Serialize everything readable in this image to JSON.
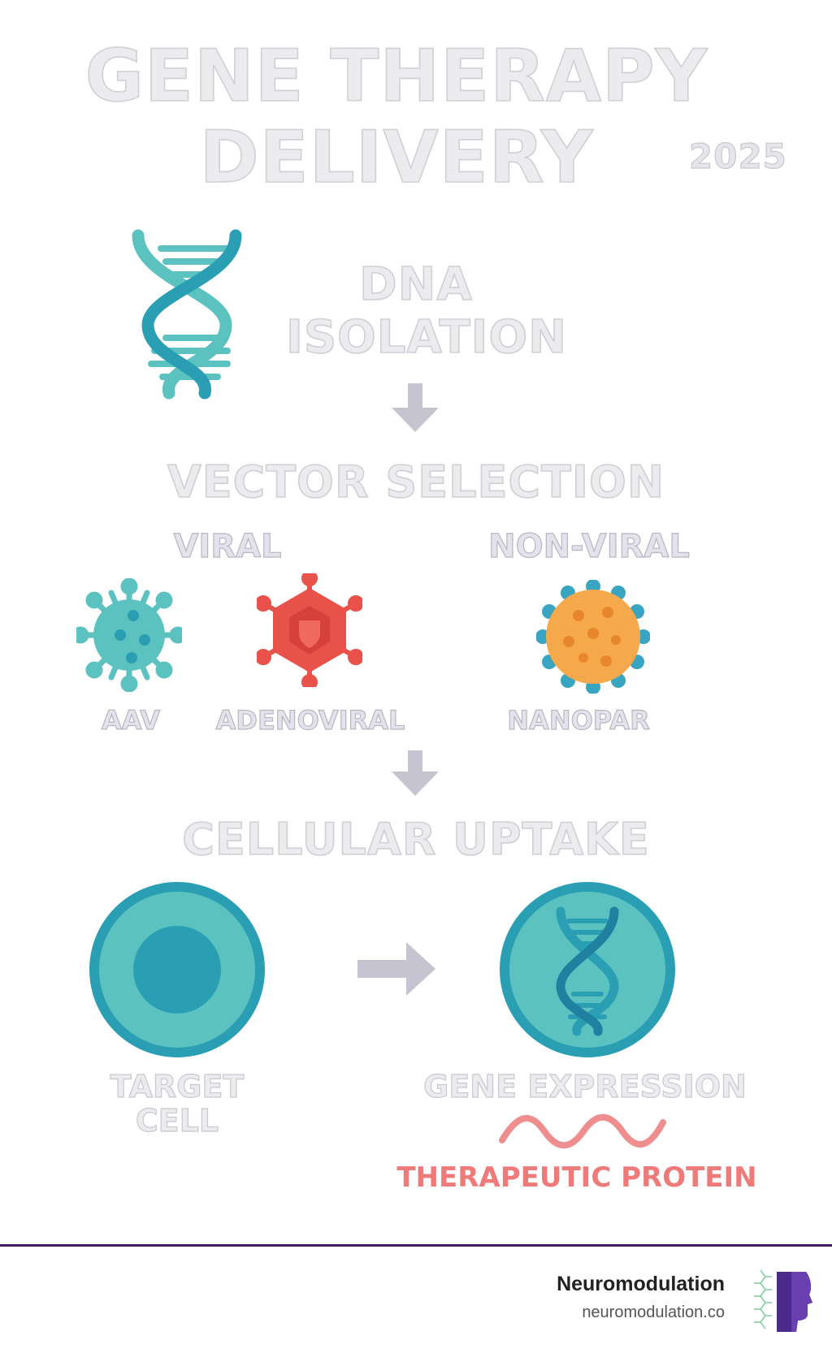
{
  "title": {
    "line1": "GENE THERAPY",
    "line2": "DELIVERY",
    "year": "2025"
  },
  "steps": {
    "isolation": {
      "line1": "DNA",
      "line2": "ISOLATION"
    },
    "vector": {
      "heading": "VECTOR SELECTION",
      "viral_label": "VIRAL",
      "nonviral_label": "NON-VIRAL",
      "items": [
        {
          "label": "AAV",
          "icon": "aav-virus-icon"
        },
        {
          "label": "ADENOVIRAL",
          "icon": "adenovirus-icon"
        },
        {
          "label": "NANOPAR",
          "icon": "nanoparticle-icon"
        }
      ]
    },
    "uptake": {
      "heading": "CELLULAR UPTAKE",
      "target_line1": "TARGET",
      "target_line2": "CELL",
      "expression": "GENE EXPRESSION",
      "protein": "THERAPEUTIC PROTEIN"
    }
  },
  "footer": {
    "brand": "Neuromodulation",
    "url": "neuromodulation.co"
  },
  "colors": {
    "teal": "#5bc2c0",
    "teal_dark": "#2a9fb4",
    "red": "#e8524a",
    "orange": "#f5a94a",
    "pink": "#ee7b7a",
    "navy": "#3f1f63",
    "ghost_text": "#ececef"
  }
}
